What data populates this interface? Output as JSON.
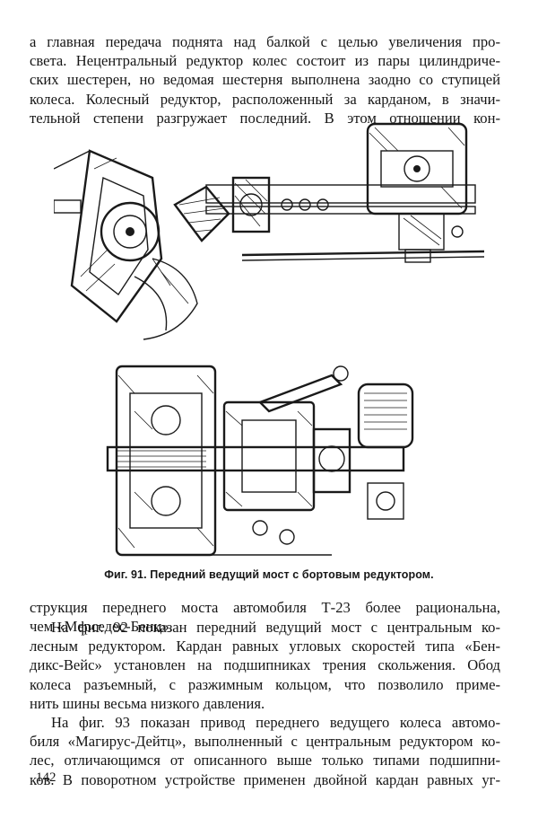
{
  "paragraph_1": [
    "а главная передача поднята над балкой  с целью увеличения  про-",
    "света. Нецентральный редуктор колес состоит из пары цилиндриче-",
    "ских шестерен, но ведомая шестерня выполнена заодно со ступицей",
    "колеса. Колесный редуктор, расположенный за карданом, в значи-",
    "тельной степени разгружает последний.  В  этом отношении кон-"
  ],
  "figure_caption": "Фиг. 91. Передний ведущий мост с бортовым редуктором.",
  "paragraph_2": [
    "струкция переднего моста автомобиля  Т-23  более рациональна,",
    "чем «Мерседес-Бенц»."
  ],
  "paragraph_3": [
    "На фиг. 92 показан передний ведущий мост с центральным  ко-",
    "лесным редуктором. Кардан равных угловых скоростей типа «Бен-",
    "дикс-Вейс» установлен на подшипниках трения скольжения. Обод",
    "колеса разъемный, с разжимным кольцом, что позволило приме-",
    "нить шины весьма низкого давления."
  ],
  "paragraph_4": [
    "На фиг. 93 показан привод переднего ведущего колеса автомо-",
    "биля «Магирус-Дейтц», выполненный с центральным редуктором ко-",
    "лес, отличающимся от описанного выше  только типами подшипни-",
    "ков. В поворотном устройстве применен двойной кардан равных уг-"
  ],
  "page_number": "142"
}
